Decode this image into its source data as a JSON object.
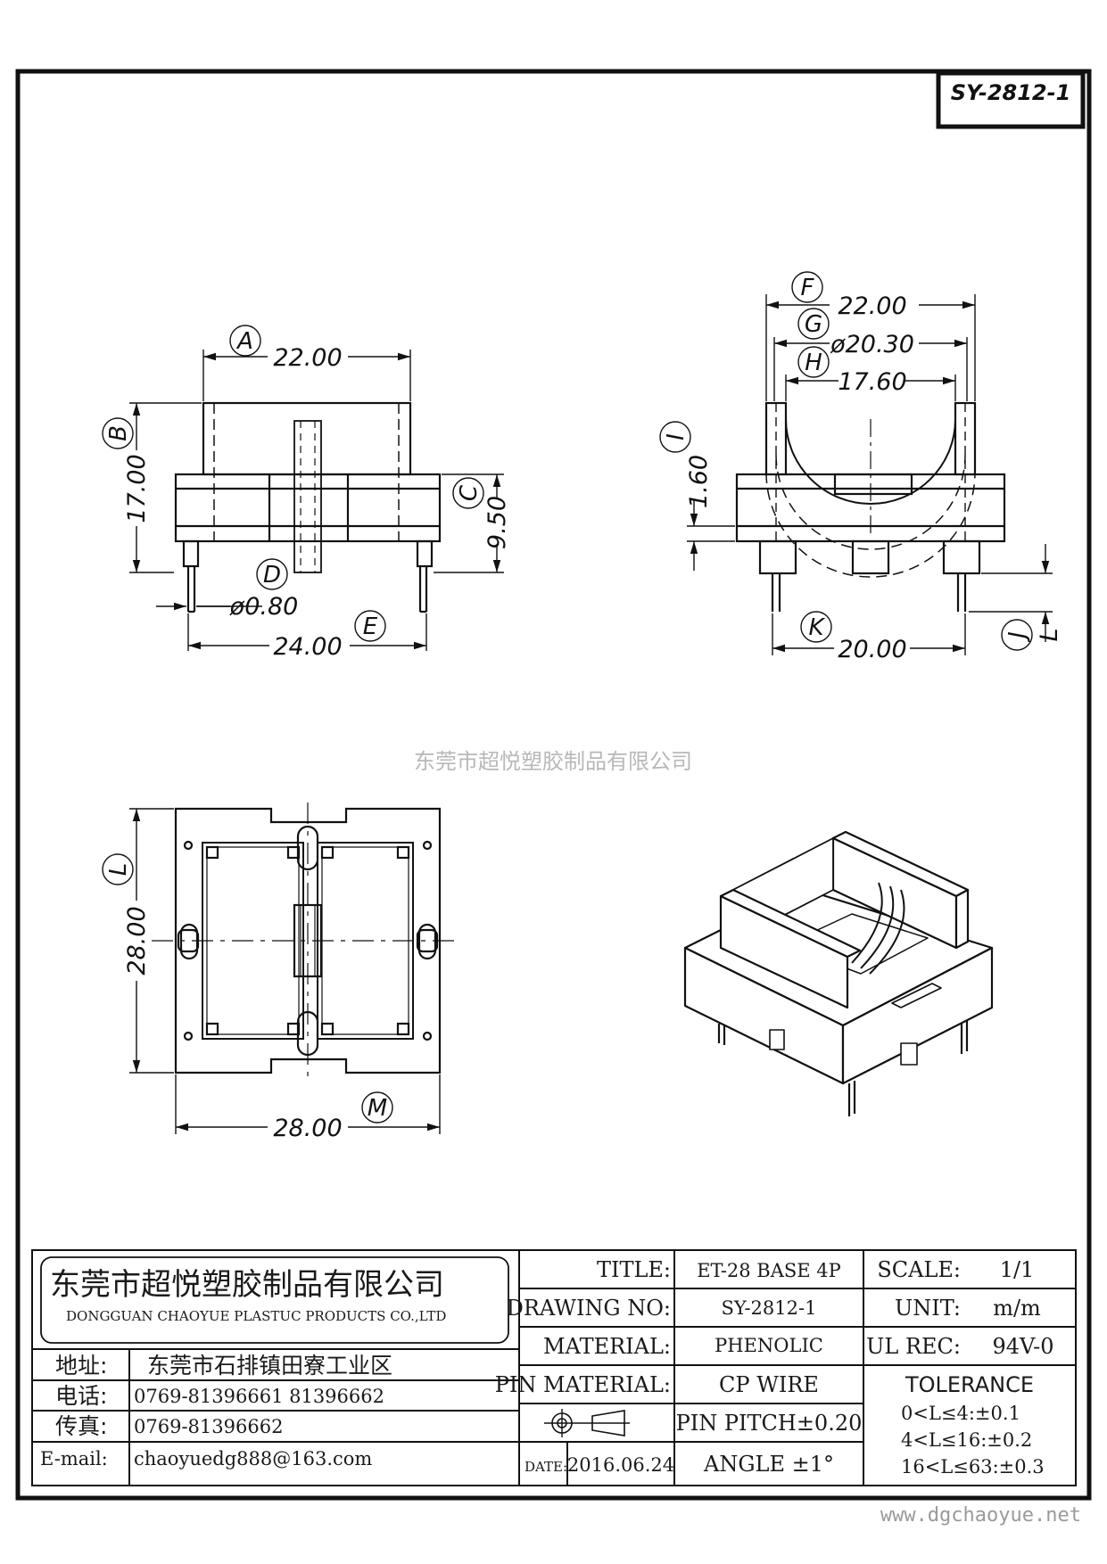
{
  "drawing_number_box": "SY-2812-1",
  "watermark": "东莞市超悦塑胶制品有限公司",
  "website": "www.dgchaoyue.net",
  "dimensions": {
    "A": {
      "letter": "A",
      "value": "22.00"
    },
    "B": {
      "letter": "B",
      "value": "17.00"
    },
    "C": {
      "letter": "C",
      "value": "9.50"
    },
    "D": {
      "letter": "D",
      "value": "ø0.80"
    },
    "E": {
      "letter": "E",
      "value": "24.00"
    },
    "F": {
      "letter": "F",
      "value": "22.00"
    },
    "G": {
      "letter": "G",
      "value": "ø20.30"
    },
    "H": {
      "letter": "H",
      "value": "17.60"
    },
    "I": {
      "letter": "I",
      "value": "1.60"
    },
    "J": {
      "letter": "J",
      "value": "L"
    },
    "K": {
      "letter": "K",
      "value": "20.00"
    },
    "L": {
      "letter": "L",
      "value": "28.00"
    },
    "M": {
      "letter": "M",
      "value": "28.00"
    }
  },
  "title_block": {
    "company_cn": "东莞市超悦塑胶制品有限公司",
    "company_en": "DONGGUAN CHAOYUE PLASTUC PRODUCTS CO.,LTD",
    "address_label": "地址:",
    "address": "东莞市石排镇田寮工业区",
    "phone_label": "电话:",
    "phone": "0769-81396661  81396662",
    "fax_label": "传真:",
    "fax": "0769-81396662",
    "email_label": "E-mail:",
    "email": "chaoyuedg888@163.com",
    "title_label": "TITLE:",
    "title": "ET-28 BASE 4P",
    "drawing_no_label": "DRAWING NO:",
    "drawing_no": "SY-2812-1",
    "material_label": "MATERIAL:",
    "material": "PHENOLIC",
    "pin_material_label": "PIN MATERIAL:",
    "pin_material": "CP WIRE",
    "pin_pitch": "PIN PITCH±0.20",
    "angle": "ANGLE  ±1°",
    "date_label": "DATE:",
    "date": "2016.06.24",
    "scale_label": "SCALE:",
    "scale": "1/1",
    "unit_label": "UNIT:",
    "unit": "m/m",
    "ul_label": "UL REC:",
    "ul": "94V-0",
    "tolerance_label": "TOLERANCE",
    "tolerances": [
      "0<L≤4:±0.1",
      "4<L≤16:±0.2",
      "16<L≤63:±0.3"
    ]
  }
}
